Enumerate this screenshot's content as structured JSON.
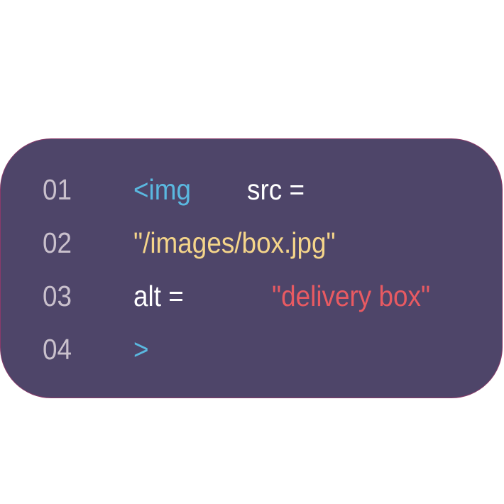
{
  "code": {
    "line_numbers": [
      "01",
      "02",
      "03",
      "04"
    ],
    "lines": [
      {
        "tag_open": "<img",
        "attr": "src ="
      },
      {
        "value": "\"/images/box.jpg\""
      },
      {
        "attr": "alt =",
        "value": "\"delivery box\""
      },
      {
        "tag_close": ">"
      }
    ]
  },
  "colors": {
    "background": "#4e4569",
    "tag": "#5ab8e0",
    "attr": "#ffffff",
    "src_value": "#f5d58a",
    "alt_value": "#e85a62",
    "line_number": "#c9c0cc"
  }
}
